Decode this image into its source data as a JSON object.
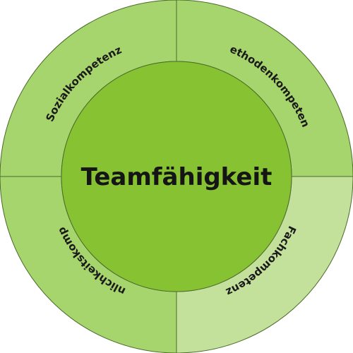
{
  "diagram": {
    "center": {
      "label": "Teamfähigkeit",
      "color": "#86c232"
    },
    "segments": [
      {
        "id": "top-left",
        "label": "Sozialkompetenz",
        "color": "#a6d46d"
      },
      {
        "id": "top-right",
        "label": "Methodenkompetenz",
        "color": "#a6d46d"
      },
      {
        "id": "bottom-right",
        "label": "Fachkompetenz",
        "color": "#c4e19c"
      },
      {
        "id": "bottom-left",
        "label": "Persönlichkeitskompetenz",
        "color": "#a6d46d"
      }
    ],
    "stroke_color": "#4a6b2a"
  }
}
